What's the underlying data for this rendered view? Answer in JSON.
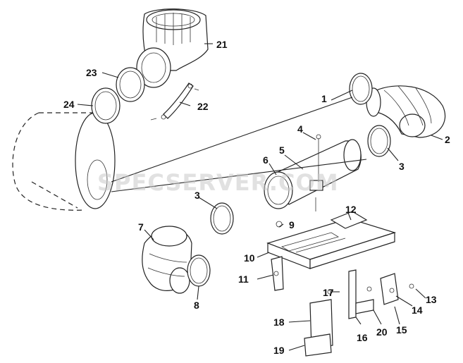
{
  "watermark": "SPECSERVER.COM",
  "callouts": {
    "c1": "1",
    "c2": "2",
    "c3a": "3",
    "c3b": "3",
    "c4": "4",
    "c5": "5",
    "c6": "6",
    "c7": "7",
    "c8": "8",
    "c9": "9",
    "c10": "10",
    "c11": "11",
    "c12": "12",
    "c13": "13",
    "c14": "14",
    "c15": "15",
    "c16": "16",
    "c17": "17",
    "c18": "18",
    "c19": "19",
    "c20": "20",
    "c21": "21",
    "c22": "22",
    "c23": "23",
    "c24": "24"
  },
  "colors": {
    "line": "#222222",
    "background": "#ffffff",
    "watermark": "#c8c8c8"
  }
}
